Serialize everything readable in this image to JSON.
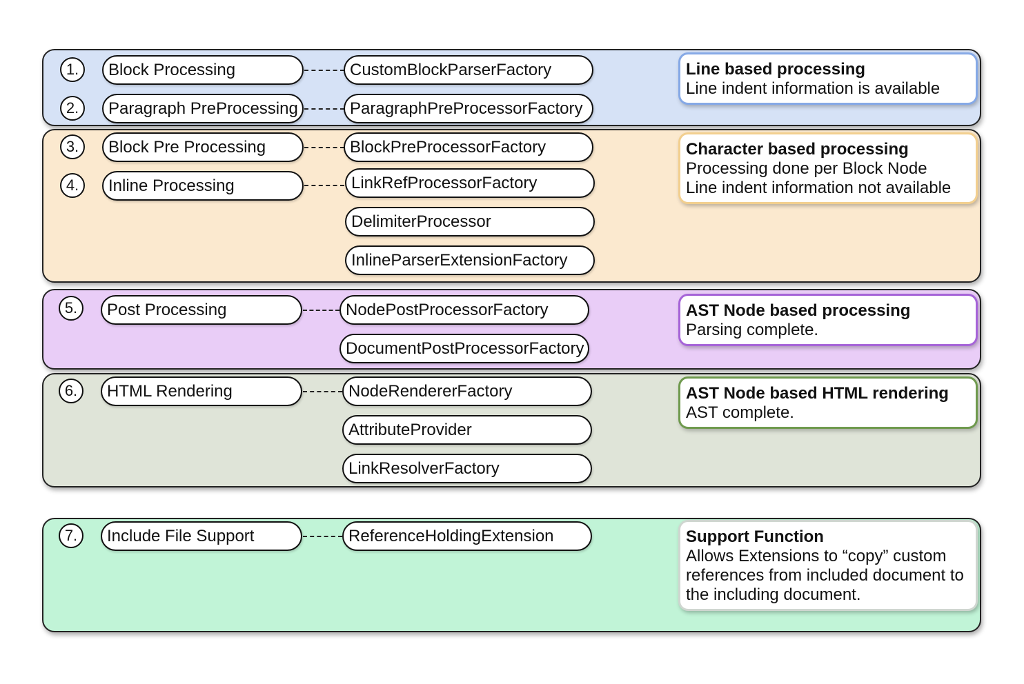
{
  "steps": [
    {
      "number": "1.",
      "label": "Block Processing"
    },
    {
      "number": "2.",
      "label": "Paragraph PreProcessing"
    },
    {
      "number": "3.",
      "label": "Block Pre Processing"
    },
    {
      "number": "4.",
      "label": "Inline Processing"
    },
    {
      "number": "5.",
      "label": "Post Processing"
    },
    {
      "number": "6.",
      "label": "HTML Rendering"
    },
    {
      "number": "7.",
      "label": "Include File Support"
    }
  ],
  "factories": [
    "CustomBlockParserFactory",
    "ParagraphPreProcessorFactory",
    "BlockPreProcessorFactory",
    "LinkRefProcessorFactory",
    "DelimiterProcessor",
    "InlineParserExtensionFactory",
    "NodePostProcessorFactory",
    "DocumentPostProcessorFactory",
    "NodeRendererFactory",
    "AttributeProvider",
    "LinkResolverFactory",
    "ReferenceHoldingExtension"
  ],
  "notes": [
    {
      "title": "Line based processing",
      "lines": [
        "Line indent information is available"
      ]
    },
    {
      "title": "Character based processing",
      "lines": [
        "Processing done per Block Node",
        "Line indent information not available"
      ]
    },
    {
      "title": "AST Node based processing",
      "lines": [
        "Parsing complete."
      ]
    },
    {
      "title": "AST Node based HTML rendering",
      "lines": [
        "AST complete."
      ]
    },
    {
      "title": "Support Function",
      "lines": [
        "Allows Extensions to “copy” custom",
        "references from included document to",
        "the including document."
      ]
    }
  ],
  "colors": {
    "band_line": "#d6e2f6",
    "band_character": "#fbe9cf",
    "band_ast": "#e9cdf7",
    "band_render": "#dfe4d8",
    "band_support": "#c1f4d7",
    "note_border_line": "#86a9e6",
    "note_border_character": "#f2cf8f",
    "note_border_ast": "#a664d8",
    "note_border_render": "#6f9a4e",
    "note_border_support": "#cfd6d0"
  }
}
